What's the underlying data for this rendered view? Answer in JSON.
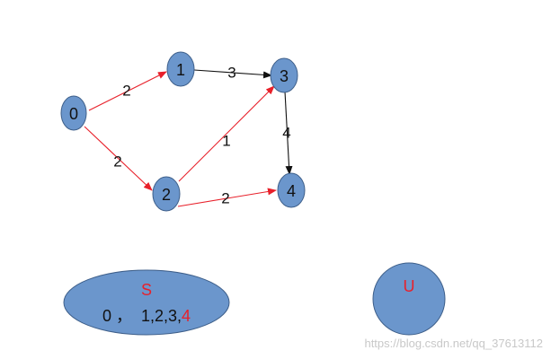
{
  "graph": {
    "nodes": [
      {
        "id": "0",
        "label": "0"
      },
      {
        "id": "1",
        "label": "1"
      },
      {
        "id": "2",
        "label": "2"
      },
      {
        "id": "3",
        "label": "3"
      },
      {
        "id": "4",
        "label": "4"
      }
    ],
    "edges": [
      {
        "from": "0",
        "to": "1",
        "weight": "2",
        "color": "#e8202a"
      },
      {
        "from": "0",
        "to": "2",
        "weight": "2",
        "color": "#e8202a"
      },
      {
        "from": "1",
        "to": "3",
        "weight": "3",
        "color": "#111111"
      },
      {
        "from": "2",
        "to": "3",
        "weight": "1",
        "color": "#e8202a"
      },
      {
        "from": "2",
        "to": "4",
        "weight": "2",
        "color": "#e8202a"
      },
      {
        "from": "3",
        "to": "4",
        "weight": "4",
        "color": "#111111"
      }
    ]
  },
  "sets": {
    "s": {
      "title": "S",
      "title_color": "#e8202a",
      "content_prefix": "0 ，  1,2,3,",
      "content_highlight": "4",
      "highlight_color": "#e8202a"
    },
    "u": {
      "title": "U",
      "title_color": "#e8202a"
    }
  },
  "watermark": "https://blog.csdn.net/qq_37613112",
  "colors": {
    "node_fill": "#6b96cc",
    "node_stroke": "#3e5f8a",
    "red_edge": "#e8202a",
    "black_edge": "#111111"
  }
}
